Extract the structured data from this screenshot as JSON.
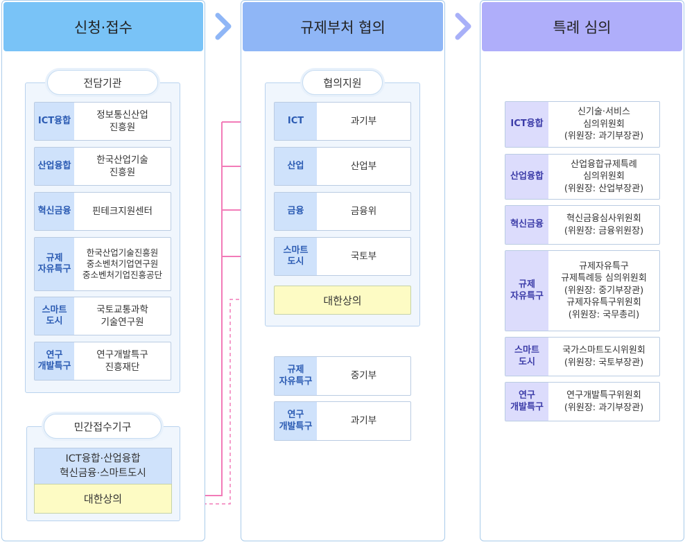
{
  "columns": {
    "apply": {
      "title": "신청·접수"
    },
    "consult": {
      "title": "규제부처 협의"
    },
    "review": {
      "title": "특례 심의"
    }
  },
  "apply": {
    "agency_group": {
      "title": "전담기관",
      "rows": [
        {
          "label": "ICT융합",
          "value": "정보통신산업\n진흥원"
        },
        {
          "label": "산업융합",
          "value": "한국산업기술\n진흥원"
        },
        {
          "label": "혁신금융",
          "value": "핀테크지원센터"
        },
        {
          "label": "규제\n자유특구",
          "value": "한국산업기술진흥원\n중소벤처기업연구원\n중소벤처기업진흥공단"
        },
        {
          "label": "스마트\n도시",
          "value": "국토교통과학\n기술연구원"
        },
        {
          "label": "연구\n개발특구",
          "value": "연구개발특구\n진흥재단"
        }
      ]
    },
    "private_group": {
      "title": "민간접수기구",
      "fields": "ICT융합·산업융합\n혁신금융·스마트도시",
      "chamber": "대한상의"
    }
  },
  "consult": {
    "support_group": {
      "title": "협의지원",
      "rows": [
        {
          "label": "ICT",
          "value": "과기부"
        },
        {
          "label": "산업",
          "value": "산업부"
        },
        {
          "label": "금융",
          "value": "금융위"
        },
        {
          "label": "스마트\n도시",
          "value": "국토부"
        }
      ],
      "chamber": "대한상의"
    },
    "extra_rows": [
      {
        "label": "규제\n자유특구",
        "value": "중기부"
      },
      {
        "label": "연구\n개발특구",
        "value": "과기부"
      }
    ]
  },
  "review": {
    "rows": [
      {
        "label": "ICT융합",
        "value": "신기술·서비스\n심의위원회\n(위원장: 과기부장관)"
      },
      {
        "label": "산업융합",
        "value": "산업융합규제특례\n심의위원회\n(위원장: 산업부장관)"
      },
      {
        "label": "혁신금융",
        "value": "혁신금융심사위원회\n(위원장: 금융위원장)"
      },
      {
        "label": "규제\n자유특구",
        "value": "규제자유특구\n규제특례등 심의위원회\n(위원장: 중기부장관)\n규제자유특구위원회\n(위원장: 국무총리)"
      },
      {
        "label": "스마트\n도시",
        "value": "국가스마트도시위원회\n(위원장: 국토부장관)"
      },
      {
        "label": "연구\n개발특구",
        "value": "연구개발특구위원회\n(위원장: 과기부장관)"
      }
    ]
  },
  "colors": {
    "head_apply": "#79c3f7",
    "head_consult": "#8fb6f6",
    "head_review": "#afaefa",
    "connector_solid": "#f27bb8",
    "connector_dashed": "#f27bb8",
    "chevron": "#8fb6f6"
  }
}
